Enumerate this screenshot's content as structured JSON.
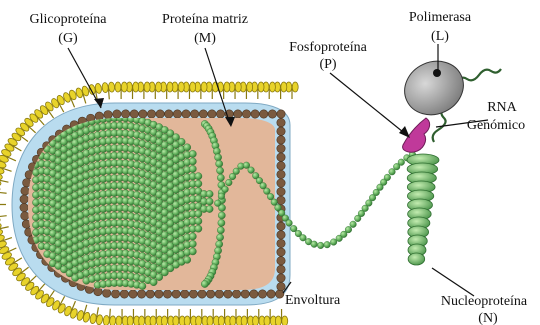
{
  "labels": {
    "glycoprotein": {
      "name": "Glicoproteína",
      "abbr": "(G)"
    },
    "matrix": {
      "name": "Proteína matriz",
      "abbr": "(M)"
    },
    "polymerase": {
      "name": "Polimerasa",
      "abbr": "(L)"
    },
    "phosphoprotein": {
      "name": "Fosfoproteína",
      "abbr": "(P)"
    },
    "rna": {
      "line1": "RNA",
      "line2": "Genómico"
    },
    "envelope": {
      "name": "Envoltura"
    },
    "nucleoprotein": {
      "name": "Nucleoproteína",
      "abbr": "(N)"
    }
  },
  "colors": {
    "glycoprotein": "#e8d32a",
    "glycoprotein_stroke": "#8a7a10",
    "envelope": "#b9dcef",
    "matrix": "#7a5a3f",
    "interior": "#e2b79a",
    "nucleocapsid": "#4c9a4e",
    "nucleocapsid_light": "#a7dc96",
    "polymerase": "#8f8f8f",
    "phosphoprotein": "#c0399a",
    "rna": "#2f5f2f"
  }
}
